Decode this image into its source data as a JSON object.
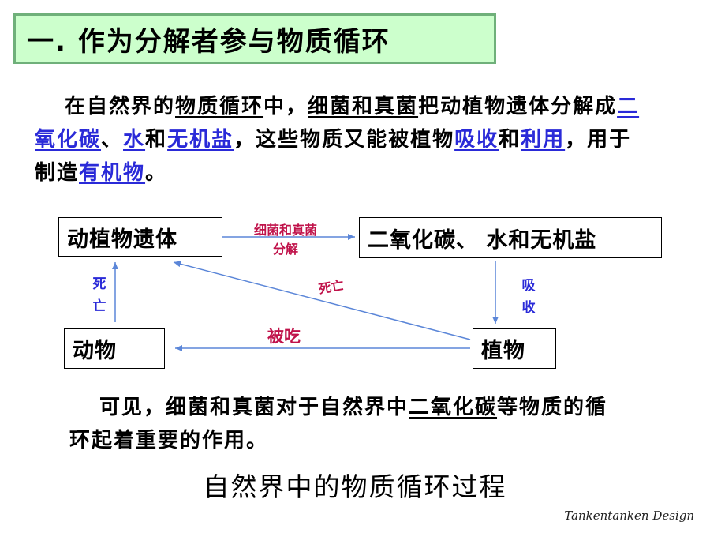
{
  "title": "一. 作为分解者参与物质循环",
  "paragraph1": {
    "p1": "在自然界的",
    "p2": "物质循环",
    "p3": "中，",
    "p4": "细菌和真菌",
    "p5": "把动植物遗体分解成",
    "k1": "二氧化碳",
    "p6": "、",
    "k2": "水",
    "p7": "和",
    "k3": "无机盐",
    "p8": "，这些物质又能被植物",
    "k4": "吸收",
    "p9": "和",
    "k5": "利用",
    "p10": "，用于制造",
    "k6": "有机物",
    "p11": "。"
  },
  "diagram": {
    "remains": "动植物遗体",
    "inorganic": "二氧化碳、 水和无机盐",
    "animal": "动物",
    "plant": "植物",
    "bacteria_line1": "细菌和真菌",
    "bacteria_line2": "分解",
    "death_diag": "死亡",
    "death_v1": "死",
    "death_v2": "亡",
    "absorb_v1": "吸",
    "absorb_v2": "收",
    "eaten": "被吃"
  },
  "paragraph2": {
    "p1": "可见，细菌和真菌对于自然界中",
    "k1": "二氧化碳",
    "p2": "等物质的循环起着重要的作用。"
  },
  "caption": "自然界中的物质循环过程",
  "signature": "Tankentanken Design",
  "colors": {
    "title_bg": "#ccffcc",
    "keyword_blue": "#2a2ad8",
    "label_red": "#c0124a",
    "arrow_blue": "#5b86d8"
  }
}
